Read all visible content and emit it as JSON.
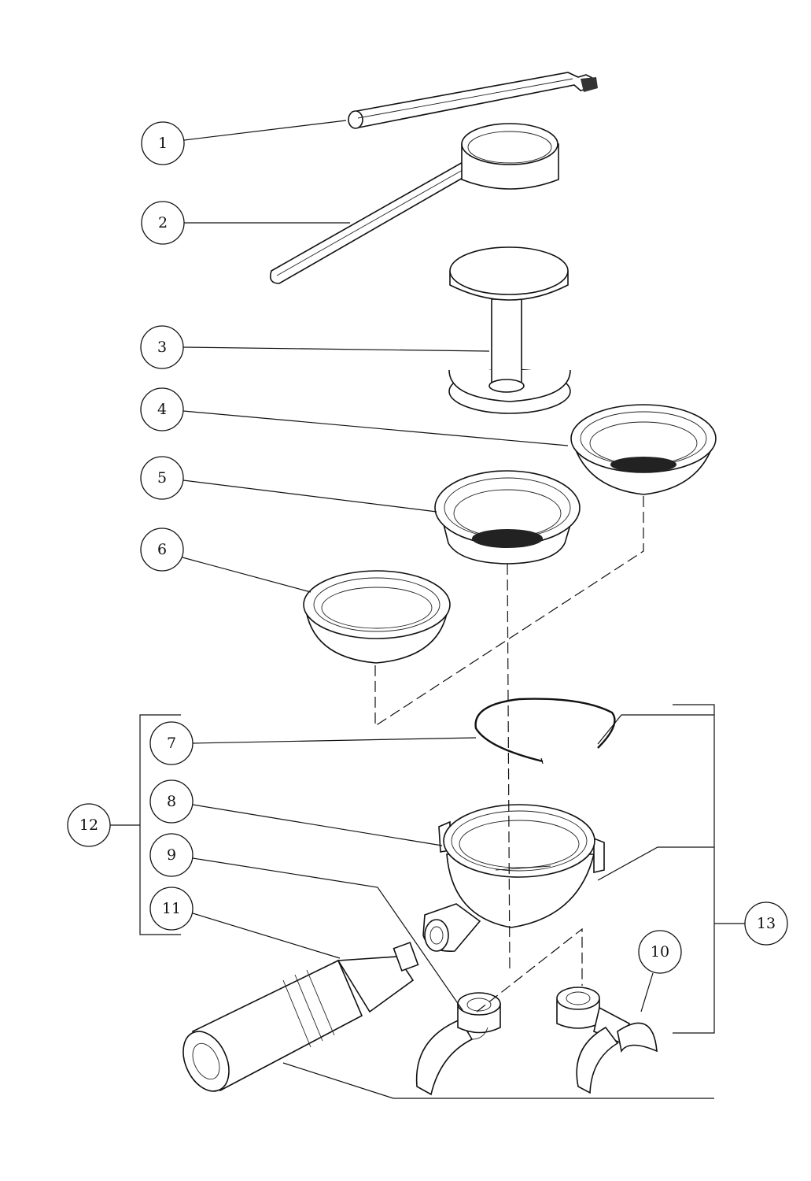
{
  "diagram": {
    "type": "exploded-parts-view",
    "callouts": [
      {
        "id": "1",
        "label": "1"
      },
      {
        "id": "2",
        "label": "2"
      },
      {
        "id": "3",
        "label": "3"
      },
      {
        "id": "4",
        "label": "4"
      },
      {
        "id": "5",
        "label": "5"
      },
      {
        "id": "6",
        "label": "6"
      },
      {
        "id": "7",
        "label": "7"
      },
      {
        "id": "8",
        "label": "8"
      },
      {
        "id": "9",
        "label": "9"
      },
      {
        "id": "10",
        "label": "10"
      },
      {
        "id": "11",
        "label": "11"
      },
      {
        "id": "12",
        "label": "12"
      },
      {
        "id": "13",
        "label": "13"
      }
    ],
    "colors": {
      "line": "#111111",
      "background": "#ffffff"
    }
  }
}
